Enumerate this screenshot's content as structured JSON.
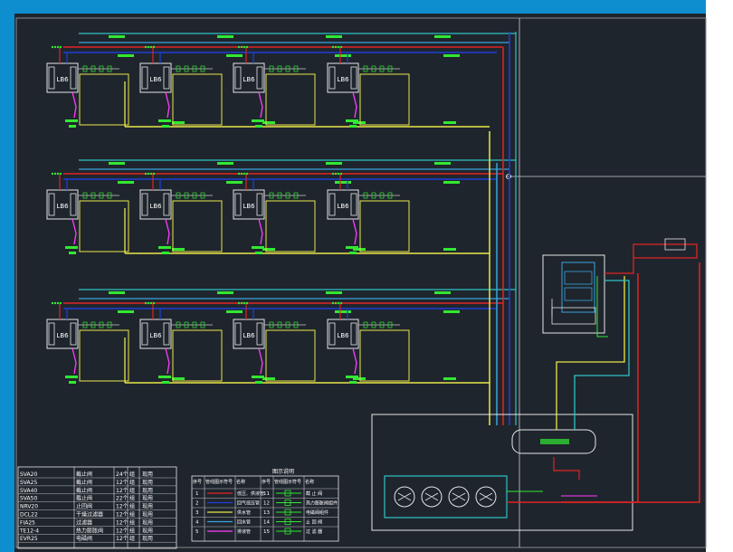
{
  "colors": {
    "background": "#1f252d",
    "frame_accent": "#0e8ecf",
    "supply_water": "#e8e84a",
    "return_water": "#3aa3e0",
    "refrigerant_liquid": "#e02424",
    "refrigerant_gas": "#1f3fd8",
    "condensate": "#ff3cff",
    "label_green": "#32e832",
    "equipment_outline": "#e6e6e6"
  },
  "unit": {
    "label": "LB6"
  },
  "equipment_table": {
    "rows": [
      {
        "code": "SVA20",
        "name": "截止阀",
        "qty": "24个",
        "unit": "组",
        "note": "现用"
      },
      {
        "code": "SVA25",
        "name": "截止阀",
        "qty": "12个",
        "unit": "组",
        "note": "现用"
      },
      {
        "code": "SVA40",
        "name": "截止阀",
        "qty": "12个",
        "unit": "组",
        "note": "现用"
      },
      {
        "code": "SVA50",
        "name": "截止阀",
        "qty": "22个",
        "unit": "组",
        "note": "现用"
      },
      {
        "code": "NRV20",
        "name": "止回阀",
        "qty": "12个",
        "unit": "组",
        "note": "现用"
      },
      {
        "code": "DCL22",
        "name": "干燥过滤器",
        "qty": "12个",
        "unit": "组",
        "note": "现用"
      },
      {
        "code": "FIA25",
        "name": "过滤器",
        "qty": "12个",
        "unit": "组",
        "note": "现用"
      },
      {
        "code": "TE12-4",
        "name": "热力膨胀阀",
        "qty": "12个",
        "unit": "组",
        "note": "现用"
      },
      {
        "code": "EVR25",
        "name": "电磁阀",
        "qty": "12个",
        "unit": "组",
        "note": "现用"
      }
    ]
  },
  "legend_table": {
    "title": "图示说明",
    "headers": [
      "序号",
      "管线图示符号",
      "名称",
      "序号",
      "管线图示符号",
      "名称"
    ],
    "rows": [
      {
        "n1": "1",
        "name1": "低压、供液管",
        "n2": "11",
        "name2": "截 止 阀"
      },
      {
        "n1": "2",
        "name1": "回气低压管",
        "n2": "12",
        "name2": "热力膨胀阀组件"
      },
      {
        "n1": "3",
        "name1": "供水管",
        "n2": "13",
        "name2": "电磁阀组件"
      },
      {
        "n1": "4",
        "name1": "回水管",
        "n2": "14",
        "name2": "止 回 阀"
      },
      {
        "n1": "5",
        "name1": "排液管",
        "n2": "15",
        "name2": "过 滤 器"
      }
    ]
  }
}
